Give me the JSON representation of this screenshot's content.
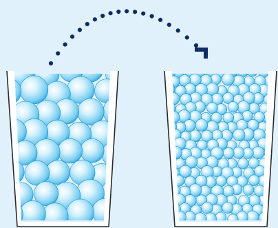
{
  "diagram": {
    "background_color": "#e1f1fb",
    "arrow_color": "#0d2d63",
    "arrow_style": "dotted-curve",
    "arrow_direction": "left-to-right",
    "glass_outline_color": "#2a2a2a",
    "glass_wall_color": "#ffffff",
    "ball_gradient": [
      "#ffffff",
      "#d4f1fd",
      "#79cdf0",
      "#2aa7df"
    ],
    "glasses": [
      {
        "id": "left",
        "ball_size": "large",
        "ball_count": 34
      },
      {
        "id": "right",
        "ball_size": "small",
        "ball_count": 96
      }
    ]
  }
}
